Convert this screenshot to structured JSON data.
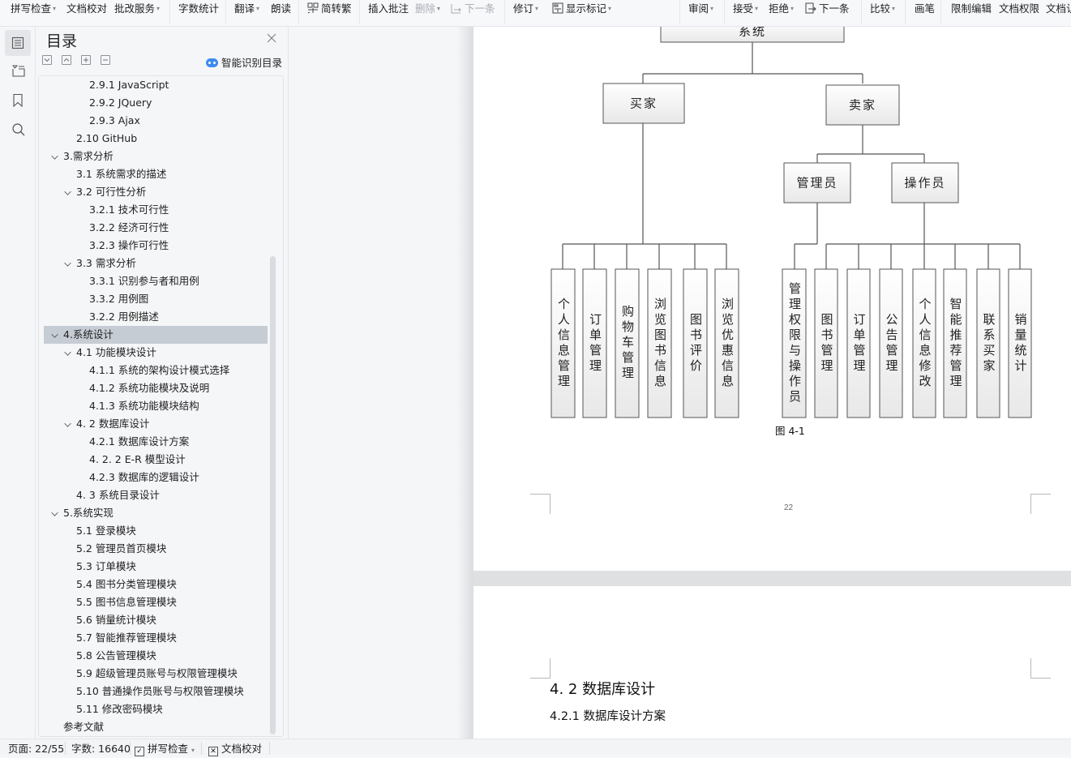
{
  "toolbar": {
    "items": [
      {
        "label": "拼写检查",
        "dropdown": true
      },
      {
        "label": "文档校对",
        "dropdown": false
      },
      {
        "label": "批改服务",
        "dropdown": true
      },
      {
        "label": "字数统计",
        "dropdown": false
      },
      {
        "label": "翻译",
        "dropdown": true
      },
      {
        "label": "朗读",
        "dropdown": false
      },
      {
        "label": "简转繁",
        "dropdown": false,
        "icon": "traditional-chinese-icon"
      },
      {
        "label": "插入批注",
        "dropdown": false
      },
      {
        "label": "删除",
        "dropdown": true,
        "disabled": true
      },
      {
        "label": "下一条",
        "dropdown": false,
        "disabled": true,
        "icon": "next-comment-icon"
      },
      {
        "label": "修订",
        "dropdown": true
      },
      {
        "label": "显示标记",
        "dropdown": true,
        "icon": "show-markup-icon"
      },
      {
        "label": "审阅",
        "dropdown": true
      },
      {
        "label": "接受",
        "dropdown": true
      },
      {
        "label": "拒绝",
        "dropdown": true
      },
      {
        "label": "下一条",
        "dropdown": false,
        "icon": "next-revision-icon"
      },
      {
        "label": "比较",
        "dropdown": true
      },
      {
        "label": "画笔",
        "dropdown": false
      },
      {
        "label": "限制编辑",
        "dropdown": false
      },
      {
        "label": "文档权限",
        "dropdown": false
      },
      {
        "label": "文档认",
        "dropdown": false
      }
    ]
  },
  "rail": {
    "items": [
      "toc-icon",
      "navigation-icon",
      "bookmark-icon",
      "search-icon"
    ]
  },
  "toc": {
    "title": "目录",
    "smart_label": "智能识别目录",
    "controls": [
      "expand-all",
      "collapse-all",
      "add-level",
      "remove-level"
    ],
    "items": [
      {
        "label": "2.9.1 JavaScript",
        "level": 3
      },
      {
        "label": "2.9.2 JQuery",
        "level": 3
      },
      {
        "label": "2.9.3 Ajax",
        "level": 3
      },
      {
        "label": "2.10 GitHub",
        "level": 2
      },
      {
        "label": "3.需求分析",
        "level": 1,
        "expanded": true
      },
      {
        "label": "3.1  系统需求的描述",
        "level": 2
      },
      {
        "label": "3.2  可行性分析",
        "level": 2,
        "expanded": true
      },
      {
        "label": "3.2.1 技术可行性",
        "level": 3
      },
      {
        "label": "3.2.2 经济可行性",
        "level": 3
      },
      {
        "label": "3.2.3 操作可行性",
        "level": 3
      },
      {
        "label": "3.3  需求分析",
        "level": 2,
        "expanded": true
      },
      {
        "label": "3.3.1  识别参与者和用例",
        "level": 3
      },
      {
        "label": "3.3.2  用例图",
        "level": 3
      },
      {
        "label": "3.2.2 用例描述",
        "level": 3
      },
      {
        "label": "4.系统设计",
        "level": 1,
        "expanded": true,
        "selected": true
      },
      {
        "label": "4.1 功能模块设计",
        "level": 2,
        "expanded": true
      },
      {
        "label": "4.1.1 系统的架构设计模式选择",
        "level": 3
      },
      {
        "label": "4.1.2 系统功能模块及说明",
        "level": 3
      },
      {
        "label": "4.1.3 系统功能模块结构",
        "level": 3
      },
      {
        "label": "4. 2 数据库设计",
        "level": 2,
        "expanded": true
      },
      {
        "label": "4.2.1 数据库设计方案",
        "level": 3
      },
      {
        "label": "4. 2. 2 E-R 模型设计",
        "level": 3
      },
      {
        "label": "4.2.3 数据库的逻辑设计",
        "level": 3
      },
      {
        "label": "4. 3  系统目录设计",
        "level": 2
      },
      {
        "label": "5.系统实现",
        "level": 1,
        "expanded": true
      },
      {
        "label": "5.1  登录模块",
        "level": 2
      },
      {
        "label": "5.2  管理员首页模块",
        "level": 2
      },
      {
        "label": "5.3  订单模块",
        "level": 2
      },
      {
        "label": "5.4  图书分类管理模块",
        "level": 2
      },
      {
        "label": "5.5  图书信息管理模块",
        "level": 2
      },
      {
        "label": "5.6  销量统计模块",
        "level": 2
      },
      {
        "label": "5.7  智能推荐管理模块",
        "level": 2
      },
      {
        "label": "5.8  公告管理模块",
        "level": 2
      },
      {
        "label": "5.9  超级管理员账号与权限管理模块",
        "level": 2
      },
      {
        "label": "5.10  普通操作员账号与权限管理模块",
        "level": 2
      },
      {
        "label": "5.11  修改密码模块",
        "level": 2
      },
      {
        "label": "参考文献",
        "level": 1
      }
    ]
  },
  "document": {
    "page_number": "22",
    "figure_caption": "图  4-1",
    "heading_2": "4. 2 数据库设计",
    "heading_3": "4.2.1 数据库设计方案",
    "diagram": {
      "root": "系统",
      "buyer": {
        "label": "买家",
        "children": [
          "个人信息管理",
          "订单管理",
          "购物车管理",
          "浏览图书信息",
          "图书评价",
          "浏览优惠信息"
        ]
      },
      "seller": {
        "label": "卖家",
        "admin": {
          "label": "管理员",
          "children": [
            "管理权限与操作员"
          ]
        },
        "operator": {
          "label": "操作员",
          "children": [
            "图书管理",
            "订单管理",
            "公告管理",
            "个人信息修改",
            "智能推荐管理",
            "联系买家",
            "销量统计"
          ]
        }
      }
    }
  },
  "status": {
    "page": "页面: 22/55",
    "words": "字数: 16640",
    "spell_check": "拼写检查",
    "doc_proof": "文档校对"
  }
}
